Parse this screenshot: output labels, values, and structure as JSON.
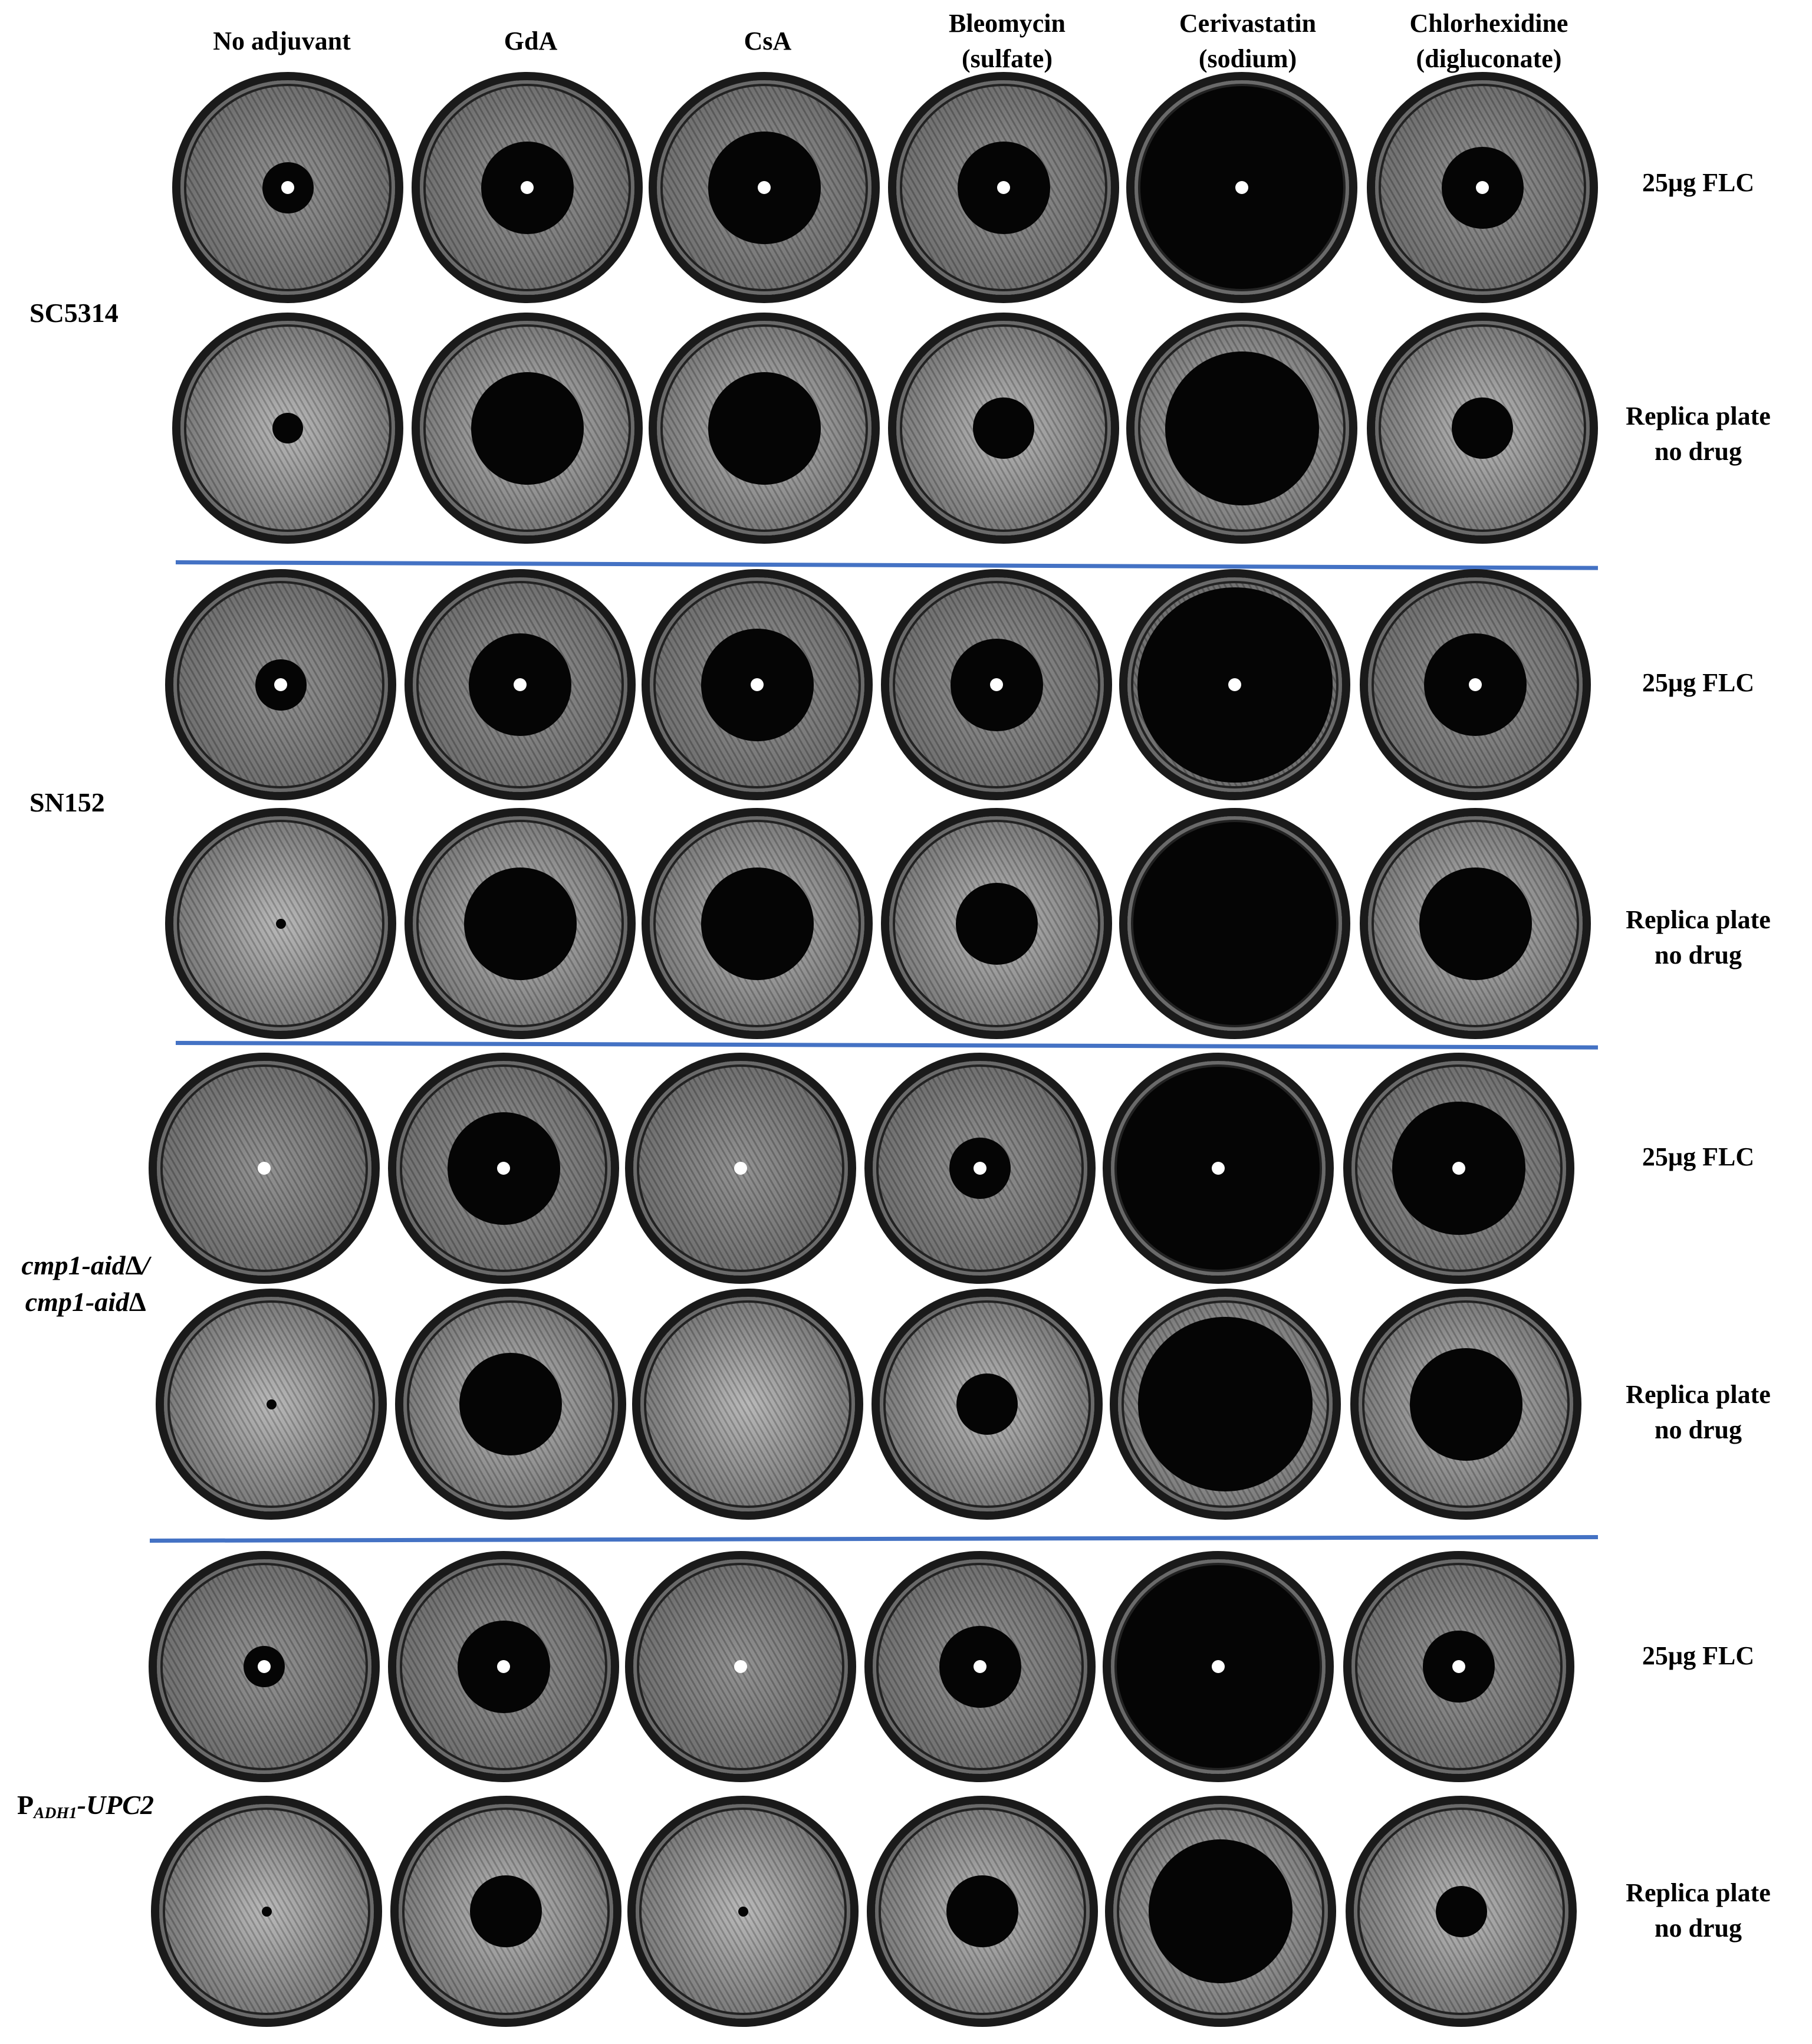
{
  "columns": [
    "No adjuvant",
    "GdA",
    "CsA",
    "Bleomycin\n(sulfate)",
    "Cerivastatin\n(sodium)",
    "Chlorhexidine\n(digluconate)"
  ],
  "strains": [
    {
      "label": "SC5314",
      "italic": false
    },
    {
      "label": "SN152",
      "italic": false
    },
    {
      "label": "cmp1-aid∆/\ncmp1-aid∆",
      "italic": true
    },
    {
      "label_prefix": "P",
      "label_sub": "ADH1",
      "label_suffix": "-UPC2",
      "italic": true
    }
  ],
  "row_labels": {
    "fluconazole": "25µg FLC",
    "replica": "Replica plate\nno drug"
  },
  "plate_images": [
    [
      "25µg FLC: small halo",
      "GdA: clear zone",
      "CsA: clear zone",
      "Bleomycin: clear zone",
      "Cerivastatin: fully clear",
      "Chlorhexidine: clear zone"
    ],
    [
      "Replica: lawn",
      "Replica: large clear zone",
      "Replica: large clear zone",
      "Replica: small zone",
      "Replica: large diffuse zone",
      "Replica: speckled zone"
    ],
    [
      "FLC: faint halo",
      "GdA: clear zone",
      "CsA: clear zone",
      "Bleomycin: clear zone",
      "Cerivastatin: fully clear",
      "Chlorhexidine: clear zone"
    ],
    [
      "Replica: lawn",
      "Replica: clear zone",
      "Replica: clear zone",
      "Replica: faint zone",
      "Replica: fully clear",
      "Replica: clear zone"
    ],
    [
      "FLC: no zone",
      "GdA: large clear zone",
      "CsA: no zone",
      "Bleomycin: small zone",
      "Cerivastatin: fully clear",
      "Chlorhexidine: large clear zone"
    ],
    [
      "Replica: lawn",
      "Replica: clear zone",
      "Replica: lawn",
      "Replica: speckled zone",
      "Replica: speckled full",
      "Replica: clear zone"
    ],
    [
      "FLC: faint halo",
      "GdA: clear zone",
      "CsA: no zone",
      "Bleomycin: clear zone",
      "Cerivastatin: fully clear",
      "Chlorhexidine: clear zone"
    ],
    [
      "Replica: lawn",
      "Replica: clear zone",
      "Replica: lawn",
      "Replica: clear zone",
      "Replica: large diffuse zone",
      "Replica: speckled zone"
    ]
  ],
  "zone_fractions": [
    [
      0.25,
      0.45,
      0.55,
      0.45,
      1.0,
      0.4
    ],
    [
      0.15,
      0.55,
      0.55,
      0.3,
      0.75,
      0.3
    ],
    [
      0.25,
      0.5,
      0.55,
      0.45,
      0.95,
      0.5
    ],
    [
      0.05,
      0.55,
      0.55,
      0.4,
      1.0,
      0.55
    ],
    [
      0.0,
      0.55,
      0.0,
      0.3,
      1.0,
      0.65
    ],
    [
      0.05,
      0.5,
      0.0,
      0.3,
      0.85,
      0.55
    ],
    [
      0.2,
      0.45,
      0.0,
      0.4,
      1.0,
      0.35
    ],
    [
      0.05,
      0.35,
      0.05,
      0.35,
      0.7,
      0.25
    ]
  ],
  "colors": {
    "divider": "#4472c4",
    "lawn": "#b5b5b5",
    "lawn_dark": "#5a5a5a",
    "zone": "#050505"
  }
}
